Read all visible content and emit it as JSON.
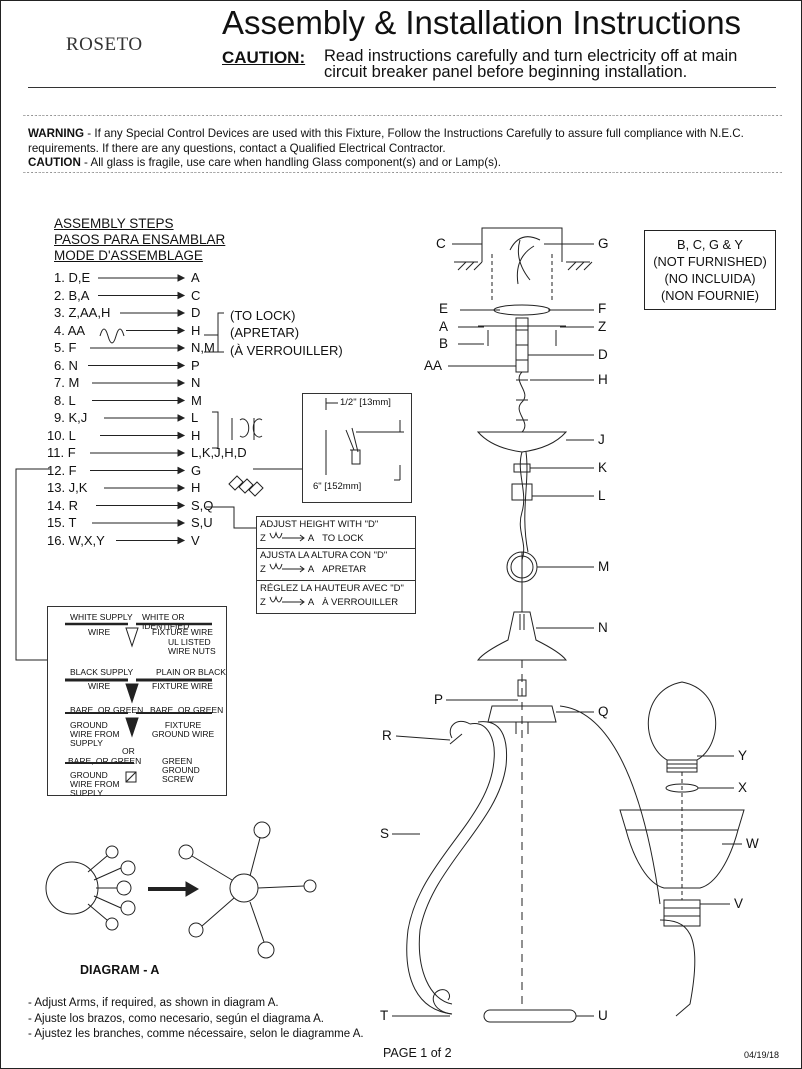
{
  "header": {
    "brand": "ROSETO",
    "title": "Assembly & Installation Instructions",
    "caution_label": "CAUTION:",
    "caution_text": "Read instructions carefully and turn electricity off at main circuit breaker panel before beginning installation."
  },
  "warnings": {
    "warning_label": "WARNING",
    "warning_text": " - If any Special Control Devices are used with this Fixture, Follow the Instructions Carefully to assure full compliance with N.E.C. requirements. If there are any questions, contact a Qualified Electrical Contractor.",
    "caution_label": "CAUTION",
    "caution_text": " - All glass is fragile, use care when handling Glass component(s) and or Lamp(s)."
  },
  "steps": {
    "heading_en": "ASSEMBLY STEPS",
    "heading_es": "PASOS PARA ENSAMBLAR",
    "heading_fr": "MODE D'ASSEMBLAGE",
    "items": [
      {
        "left": "1. D,E",
        "right": "A"
      },
      {
        "left": "2. B,A",
        "right": "C"
      },
      {
        "left": "3. Z,AA,H",
        "right": "D"
      },
      {
        "left": "4. AA",
        "right": "H"
      },
      {
        "left": "5. F",
        "right": "N,M"
      },
      {
        "left": "6. N",
        "right": "P"
      },
      {
        "left": "7. M",
        "right": "N"
      },
      {
        "left": "8. L",
        "right": "M"
      },
      {
        "left": "9. K,J",
        "right": "L"
      },
      {
        "left": "10. L",
        "right": "H"
      },
      {
        "left": "11. F",
        "right": "L,K,J,H,D"
      },
      {
        "left": "12. F",
        "right": "G"
      },
      {
        "left": "13. J,K",
        "right": "H"
      },
      {
        "left": "14. R",
        "right": "S,Q"
      },
      {
        "left": "15. T",
        "right": "S,U"
      },
      {
        "left": "16. W,X,Y",
        "right": "V"
      }
    ],
    "lock_en": "(TO LOCK)",
    "lock_es": "(APRETAR)",
    "lock_fr": "(À VERROUILLER)"
  },
  "not_furnished": {
    "line1": "B, C, G & Y",
    "line2": "(NOT FURNISHED)",
    "line3": "(NO INCLUIDA)",
    "line4": "(NON FOURNIE)"
  },
  "strip_detail": {
    "top": "1/2\" [13mm]",
    "bottom": "6\" [152mm]"
  },
  "adjust": {
    "en": "ADJUST HEIGHT WITH \"D\"",
    "en_action": "TO LOCK",
    "es": "AJUSTA LA ALTURA CON \"D\"",
    "es_action": "APRETAR",
    "fr": "RÉGLEZ LA HAUTEUR AVEC \"D\"",
    "fr_action": "À VERROUILLER",
    "z": "Z",
    "a": "A"
  },
  "wiring": {
    "white_supply": "WHITE SUPPLY",
    "white_identified": "WHITE OR IDENTIFIED",
    "wire": "WIRE",
    "fixture_wire": "FIXTURE WIRE",
    "ul_nuts": "UL LISTED WIRE NUTS",
    "black_supply": "BLACK SUPPLY",
    "plain_black": "PLAIN OR BLACK",
    "fixture_wire2": "FIXTURE WIRE",
    "bare_green1": "BARE, OR GREEN",
    "bare_green2": "BARE, OR GREEN",
    "ground_supply": "GROUND WIRE FROM SUPPLY",
    "fixture_ground": "FIXTURE GROUND WIRE",
    "or": "OR",
    "bare_green3": "BARE, OR GREEN",
    "green_screw": "GREEN GROUND SCREW",
    "ground_supply2": "GROUND WIRE FROM SUPPLY"
  },
  "parts": {
    "C": "C",
    "G": "G",
    "E": "E",
    "F": "F",
    "A": "A",
    "Z": "Z",
    "B": "B",
    "D": "D",
    "AA": "AA",
    "H": "H",
    "J": "J",
    "K": "K",
    "L": "L",
    "M": "M",
    "N": "N",
    "P": "P",
    "Q": "Q",
    "R": "R",
    "S": "S",
    "T": "T",
    "U": "U",
    "Y": "Y",
    "X": "X",
    "W": "W",
    "V": "V"
  },
  "diagram_a": {
    "label": "DIAGRAM -  A"
  },
  "notes": [
    "- Adjust Arms, if required, as shown in diagram A.",
    "- Ajuste los brazos, como necesario, según el diagrama A.",
    "- Ajustez les branches, comme nécessaire, selon le diagramme A."
  ],
  "footer": {
    "page": "PAGE  1  of  2",
    "date": "04/19/18"
  }
}
